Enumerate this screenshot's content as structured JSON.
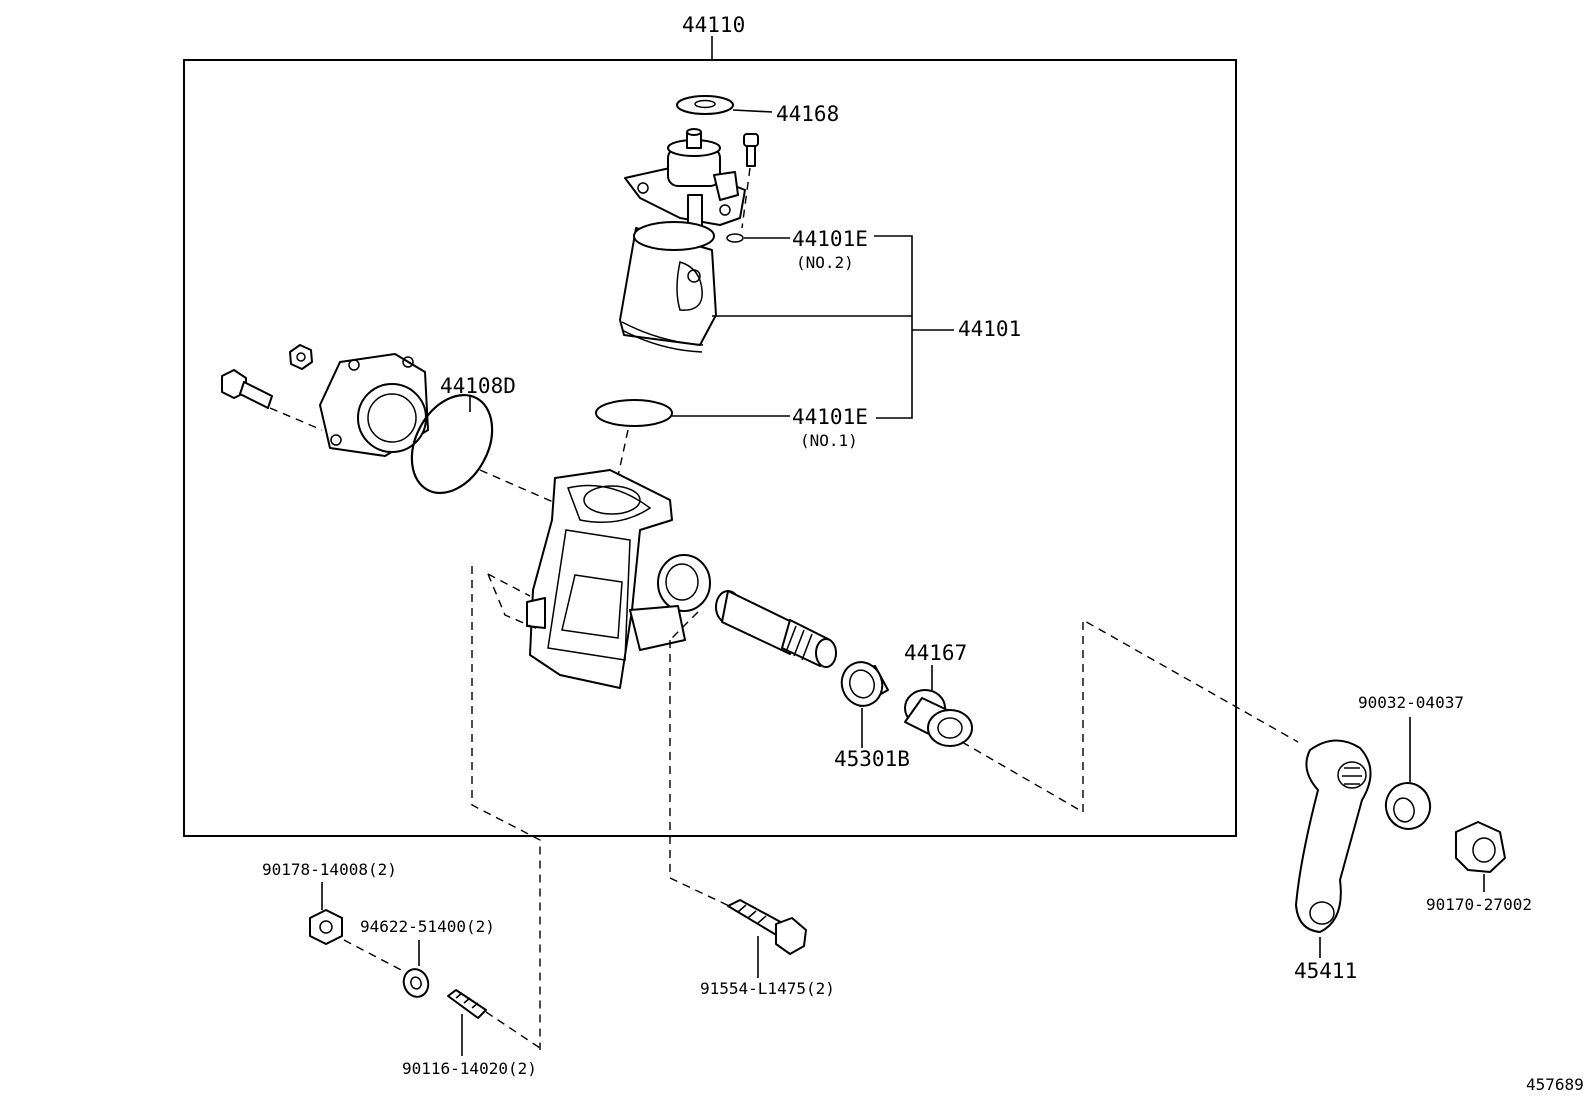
{
  "diagram_number": "457689",
  "labels": {
    "assembly": "44110",
    "washer_top": "44168",
    "oring_no2_part": "44101E",
    "oring_no2_note": "(NO.2)",
    "valve_assy": "44101",
    "oring_no1_part": "44101E",
    "oring_no1_note": "(NO.1)",
    "cover_oring": "44108D",
    "bearing": "44167",
    "oil_seal": "45301B",
    "washer_arm": "90032-04037",
    "nut_arm": "90170-27002",
    "pitman_arm": "45411",
    "nut_left": "90178-14008(2)",
    "washer_left": "94622-51400(2)",
    "stud_bolt": "90116-14020(2)",
    "mount_bolt": "91554-L1475(2)"
  }
}
